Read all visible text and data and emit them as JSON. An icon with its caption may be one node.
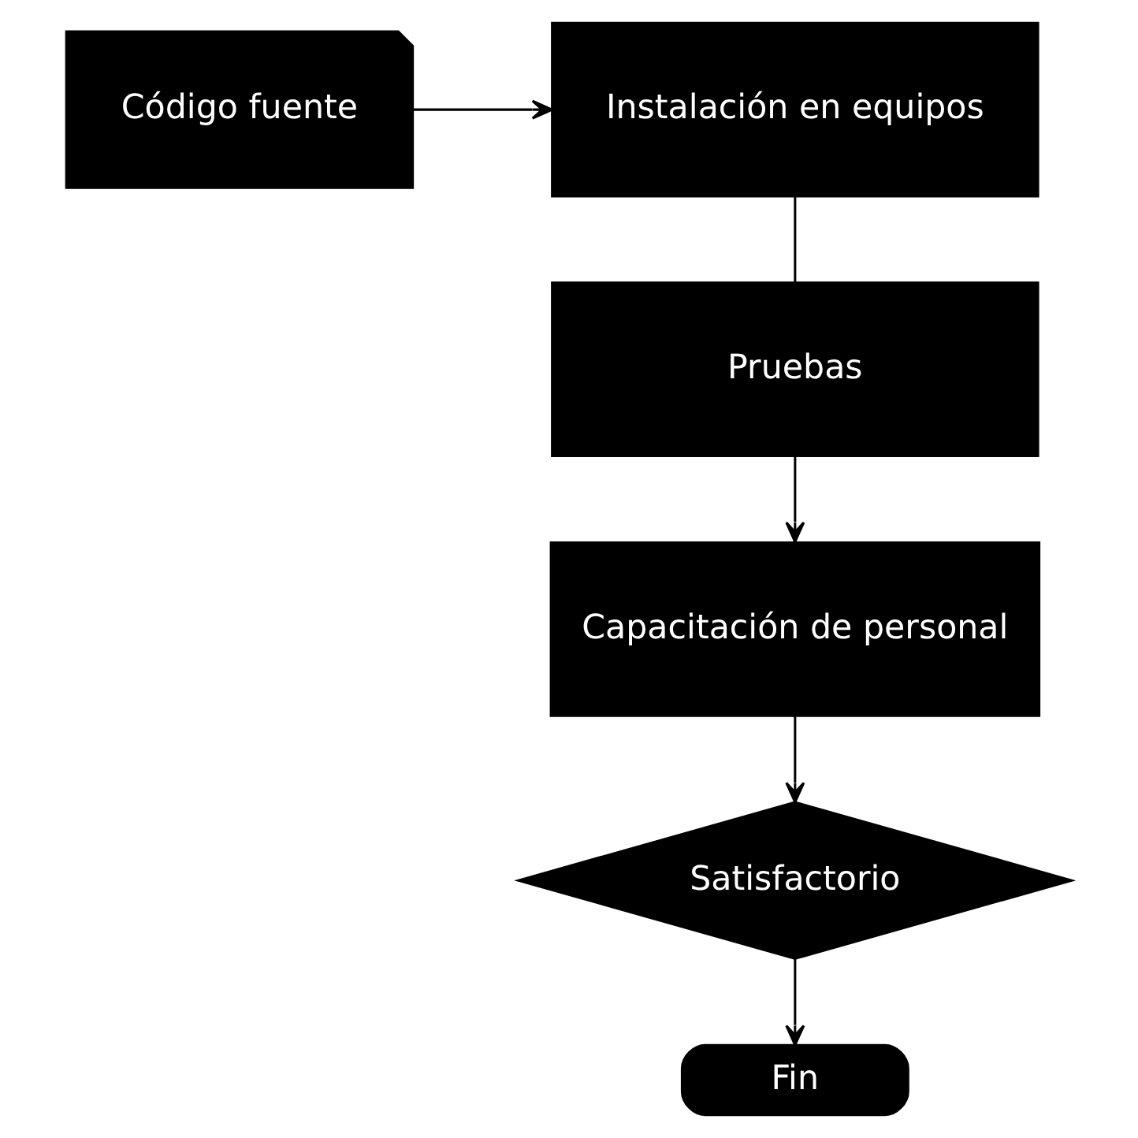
{
  "diagram": {
    "nodes": [
      {
        "text": [
          "Código fuente"
        ]
      },
      {
        "text": [
          "Instalación en equipos"
        ]
      },
      {
        "text": [
          "Pruebas"
        ]
      },
      {
        "text": [
          "Capacitación de personal"
        ]
      },
      {
        "text": [
          "Satisfactorio"
        ]
      },
      {
        "text": [
          "Fin"
        ]
      }
    ],
    "edges": [
      {
        "from": 0,
        "to": 1,
        "arrow": "to"
      },
      {
        "from": 1,
        "to": 2,
        "arrow": "none"
      },
      {
        "from": 2,
        "to": 3,
        "arrow": "to"
      },
      {
        "from": 3,
        "to": 4,
        "arrow": "to"
      },
      {
        "from": 4,
        "to": 5,
        "arrow": "to"
      }
    ]
  }
}
